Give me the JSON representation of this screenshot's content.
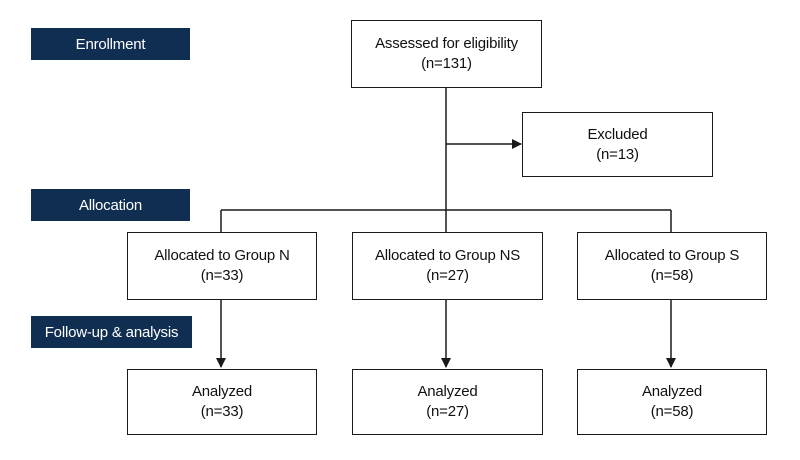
{
  "colors": {
    "stage_fill": "#0f2e52",
    "stroke": "#1a1a1a"
  },
  "stages": {
    "enrollment": "Enrollment",
    "allocation": "Allocation",
    "followup": "Follow-up & analysis"
  },
  "nodes": {
    "assessed": {
      "label": "Assessed for eligibility",
      "count": "(n=131)"
    },
    "excluded": {
      "label": "Excluded",
      "count": "(n=13)"
    },
    "group_n": {
      "label": "Allocated to Group N",
      "count": "(n=33)"
    },
    "group_ns": {
      "label": "Allocated to Group NS",
      "count": "(n=27)"
    },
    "group_s": {
      "label": "Allocated to Group S",
      "count": "(n=58)"
    },
    "analyzed_n": {
      "label": "Analyzed",
      "count": "(n=33)"
    },
    "analyzed_ns": {
      "label": "Analyzed",
      "count": "(n=27)"
    },
    "analyzed_s": {
      "label": "Analyzed",
      "count": "(n=58)"
    }
  }
}
